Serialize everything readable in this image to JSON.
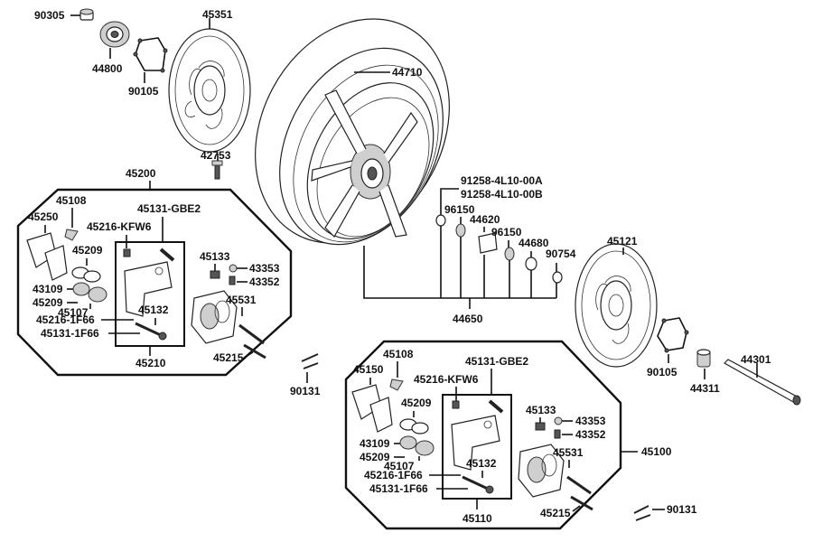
{
  "parts": {
    "p90305": "90305",
    "p44800": "44800",
    "p90105a": "90105",
    "p45351": "45351",
    "p44710": "44710",
    "p42753": "42753",
    "p45200": "45200",
    "p91258a": "91258-4L10-00A",
    "p91258b": "91258-4L10-00B",
    "p96150a": "96150",
    "p44620": "44620",
    "p96150b": "96150",
    "p44680": "44680",
    "p90754": "90754",
    "p44650": "44650",
    "p45121": "45121",
    "p90105b": "90105",
    "p44311": "44311",
    "p44301": "44301",
    "p90131a": "90131",
    "p90131b": "90131",
    "p45100": "45100"
  },
  "upper_caliper": {
    "p45108": "45108",
    "p45250": "45250",
    "p45216kfw6": "45216-KFW6",
    "p45131gbe2": "45131-GBE2",
    "p45209a": "45209",
    "p43109": "43109",
    "p45209b": "45209",
    "p45107": "45107",
    "p45216_1f66": "45216-1F66",
    "p45131_1f66": "45131-1F66",
    "p45132": "45132",
    "p45133": "45133",
    "p43353": "43353",
    "p43352": "43352",
    "p45531": "45531",
    "p45215": "45215",
    "p45210": "45210"
  },
  "lower_caliper": {
    "p45108": "45108",
    "p45150": "45150",
    "p45216kfw6": "45216-KFW6",
    "p45131gbe2": "45131-GBE2",
    "p45209a": "45209",
    "p43109": "43109",
    "p45209b": "45209",
    "p45107": "45107",
    "p45216_1f66": "45216-1F66",
    "p45131_1f66": "45131-1F66",
    "p45132": "45132",
    "p45133": "45133",
    "p43353": "43353",
    "p43352": "43352",
    "p45531": "45531",
    "p45215": "45215",
    "p45110": "45110"
  }
}
